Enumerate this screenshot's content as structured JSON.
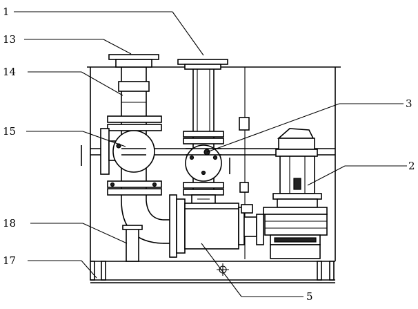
{
  "labels": {
    "l1": "1",
    "l13": "13",
    "l14": "14",
    "l15": "15",
    "l3": "3",
    "l2": "2",
    "l18": "18",
    "l17": "17",
    "l5": "5"
  }
}
